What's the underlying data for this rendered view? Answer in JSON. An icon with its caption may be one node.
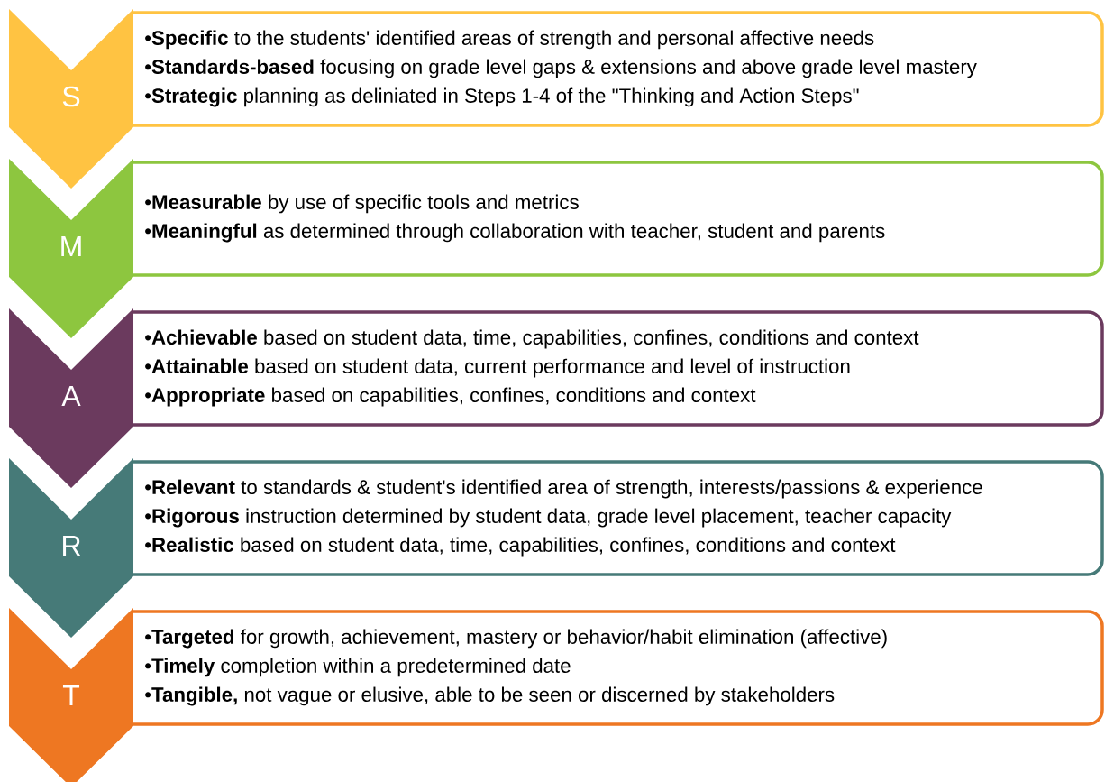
{
  "diagram": {
    "nodes": [
      {
        "text": [
          "S"
        ]
      },
      {
        "text": [
          "•**Specific** to the students' identified areas of strength and personal affective needs",
          "•**Standards-based** focusing on grade level gaps & extensions and above grade level mastery",
          "•**Strategic** planning as deliniated in Steps 1-4 of the \"Thinking and Action Steps\""
        ]
      },
      {
        "text": [
          "M"
        ]
      },
      {
        "text": [
          "•**Measurable** by use of specific tools and metrics",
          "•**Meaningful** as determined through collaboration with teacher, student and parents"
        ]
      },
      {
        "text": [
          "A"
        ]
      },
      {
        "text": [
          "•**Achievable** based on student data, time, capabilities, confines, conditions and context",
          "•**Attainable** based on student data, current performance and level of instruction",
          "•**Appropriate** based on capabilities, confines, conditions and context"
        ]
      },
      {
        "text": [
          "R"
        ]
      },
      {
        "text": [
          "•**Relevant** to standards & student's identified area of strength, interests/passions & experience",
          "•**Rigorous** instruction determined by student data, grade level placement, teacher capacity",
          "•**Realistic** based on student data, time, capabilities, confines, conditions and context"
        ]
      },
      {
        "text": [
          "T"
        ]
      },
      {
        "text": [
          "•**Targeted** for growth, achievement, mastery or behavior/habit elimination (affective)",
          "•**Timely** completion within a predetermined date",
          "•**Tangible,** not vague or elusive, able to be seen or discerned by stakeholders"
        ]
      }
    ]
  }
}
